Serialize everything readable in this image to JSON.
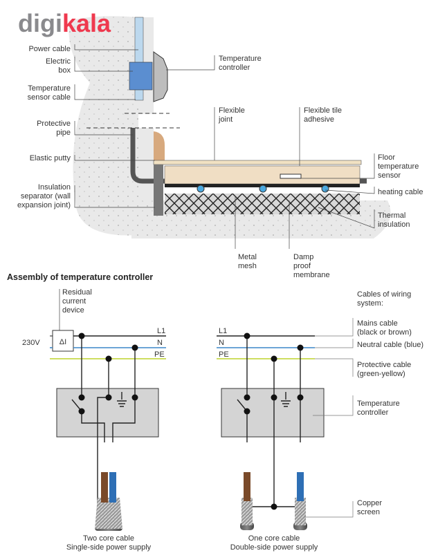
{
  "logo": {
    "part1": "digi",
    "part2": "kala",
    "gray": "#8a8a8d",
    "red": "#ef394e"
  },
  "floor_section": {
    "left_labels": {
      "power_cable": "Power cable",
      "electric_box": [
        "Electric",
        "box"
      ],
      "sensor_cable": [
        "Temperature",
        "sensor cable"
      ],
      "protective_pipe": [
        "Protective",
        "pipe"
      ],
      "elastic_putty": "Elastic putty",
      "insulation_separator": [
        "Insulation",
        "separator (wall",
        "expansion joint)"
      ]
    },
    "right_labels": {
      "temperature_controller": [
        "Temperature",
        "controller"
      ],
      "flexible_joint": [
        "Flexible",
        "joint"
      ],
      "flexible_tile_adhesive": [
        "Flexible tile",
        "adhesive"
      ],
      "floor_sensor": [
        "Floor",
        "temperature",
        "sensor"
      ],
      "heating_cable": "heating cable",
      "thermal_insulation": [
        "Thermal",
        "insulation"
      ],
      "metal_mesh": [
        "Metal",
        "mesh"
      ],
      "damp_proof": [
        "Damp",
        "proof",
        "membrane"
      ]
    }
  },
  "wiring": {
    "title": "Assembly of temperature controller",
    "rcd": [
      "Residual",
      "current",
      "device"
    ],
    "rcd_symbol": "ΔI",
    "voltage": "230V",
    "lines": {
      "l1": "L1",
      "n": "N",
      "pe": "PE"
    },
    "colors": {
      "l1": "#222222",
      "n": "#3a86c8",
      "pe": "#c7d94a",
      "brown": "#7a4a2a",
      "blue": "#2e6fb5",
      "box": "#d4d4d4"
    },
    "cables_heading": [
      "Cables of wiring",
      "system:"
    ],
    "legend": {
      "mains": [
        "Mains cable",
        "(black or brown)"
      ],
      "neutral": "Neutral cable (blue)",
      "protective": [
        "Protective cable",
        "(green-yellow)"
      ],
      "controller": [
        "Temperature",
        "controller"
      ],
      "copper": [
        "Copper",
        "screen"
      ]
    },
    "captions": {
      "left": [
        "Two core cable",
        "Single-side power supply"
      ],
      "right": [
        "One core cable",
        "Double-side power supply"
      ]
    }
  }
}
